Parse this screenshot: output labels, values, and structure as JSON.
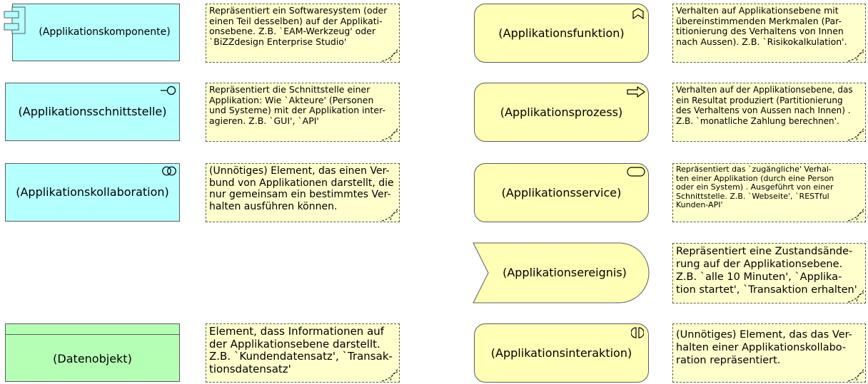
{
  "elements": {
    "app_component": "(Applikationskomponente)",
    "app_interface": "(Applikationsschnittstelle)",
    "app_collaboration": "(Applikationskollaboration)",
    "data_object": "(Datenobjekt)",
    "app_function": "(Applikationsfunktion)",
    "app_process": "(Applikationsprozess)",
    "app_service": "(Applikationsservice)",
    "app_event": "(Applikationsereignis)",
    "app_interaction": "(Applikationsinteraktion)"
  },
  "notes": {
    "component": "Repräsentiert ein Softwaresystem (oder\neinen Teil desselben) auf der Applikati-\nonsebene. Z.B. `EAM-Werkzeug' oder\n`BiZZdesign Enterprise Studio'",
    "interface": "Repräsentiert die Schnittstelle einer\nApplikation: Wie `Akteure' (Personen\nund Systeme) mit der Applikation inter-\nagieren. Z.B. `GUI', `API'",
    "collaboration": "(Unnötiges) Element, das einen Ver-\nbund von Applikationen darstellt, die\nnur gemeinsam ein bestimmtes Ver-\nhalten ausführen können.",
    "data_object": "Element, dass Informationen auf\nder Applikationsebene darstellt.\nZ.B. `Kundendatensatz', `Transak-\ntionsdatensatz'",
    "function": "Verhalten auf Applikationsebene mit\nübereinstimmenden Merkmalen (Par-\ntitionierung des Verhaltens von Innen\nnach Aussen). Z.B. `Risikokalkulation'.",
    "process": "Verhalten auf der Applikationsebene, das\nein Resultat produziert (Partitionierung\ndes Verhaltens von Aussen nach Innen) .\nZ.B. `monatliche Zahlung berechnen'.",
    "service": "Repräsentiert das `zugängliche' Verhal-\nten einer Applikation (durch eine Person\noder ein System) . Ausgeführt von einer\nSchnittstelle. Z.B. `Webseite', `RESTful\nKunden-API'",
    "event": "Repräsentiert eine Zustandsände-\nrung auf der Applikationsebene.\nZ.B. `alle 10 Minuten', `Applika-\ntion startet', `Transaktion erhalten'",
    "interaction": "(Unnötiges) Element, das das Ver-\nhalten einer Applikationskollabo-\nration repräsentiert."
  },
  "colors": {
    "application_active": "#b5ffff",
    "application_behavior": "#ffffb5",
    "passive_object": "#b5ffb5",
    "note": "#ffffcc",
    "border": "#5c5c5c"
  },
  "icons": [
    "component-icon",
    "interface-icon",
    "collaboration-icon",
    "function-icon",
    "process-icon",
    "service-icon",
    "interaction-icon"
  ]
}
